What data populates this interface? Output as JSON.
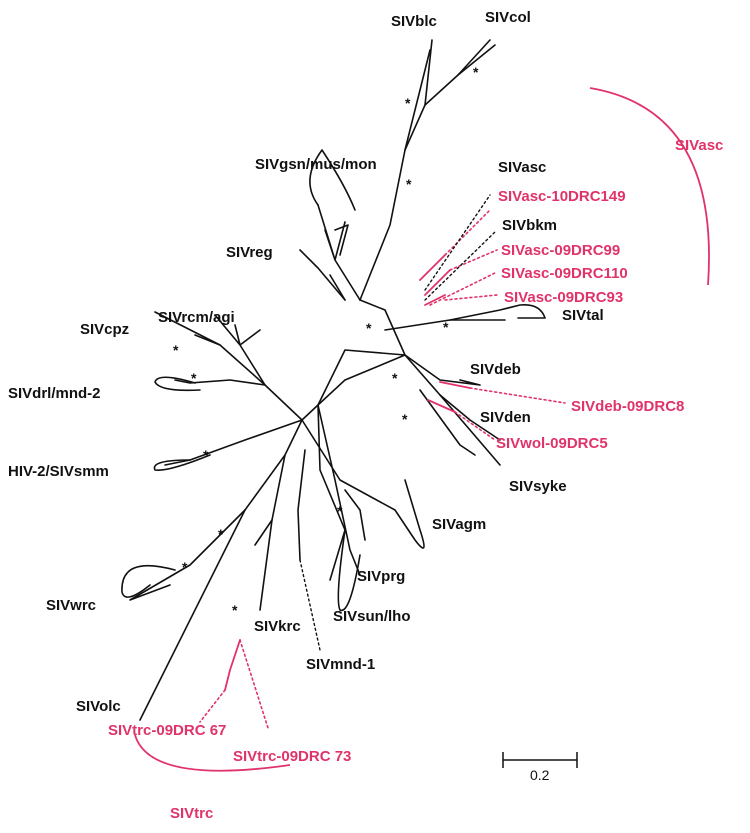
{
  "colors": {
    "reference": "#111111",
    "new_strain": "#e0336a"
  },
  "labels": {
    "sivblc": "SIVblc",
    "sivcol": "SIVcol",
    "sivgsn": "SIVgsn/mus/mon",
    "sivasc": "SIVasc",
    "sivasc_10drc149": "SIVasc-10DRC149",
    "sivbkm": "SIVbkm",
    "sivasc_09drc99": "SIVasc-09DRC99",
    "sivasc_09drc110": "SIVasc-09DRC110",
    "sivasc_09drc93": "SIVasc-09DRC93",
    "sivreg": "SIVreg",
    "sivtal": "SIVtal",
    "sivrcm": "SIVrcm/agi",
    "sivcpz": "SIVcpz",
    "sivdeb": "SIVdeb",
    "sivdeb_09drc8": "SIVdeb-09DRC8",
    "sivdrl": "SIVdrl/mnd-2",
    "sivden": "SIVden",
    "sivwol_09drc5": "SIVwol-09DRC5",
    "hiv2": "HIV-2/SIVsmm",
    "sivsyke": "SIVsyke",
    "sivagm": "SIVagm",
    "sivprg": "SIVprg",
    "sivsun": "SIVsun/lho",
    "sivwrc": "SIVwrc",
    "sivkrc": "SIVkrc",
    "sivmnd1": "SIVmnd-1",
    "sivolc": "SIVolc",
    "sivtrc_67": "SIVtrc-09DRC 67",
    "sivtrc_73": "SIVtrc-09DRC 73"
  },
  "group_labels": {
    "asc": "SIVasc",
    "trc": "SIVtrc"
  },
  "scale_bar": {
    "label": "0.2"
  },
  "bootstrap_mark": "*"
}
